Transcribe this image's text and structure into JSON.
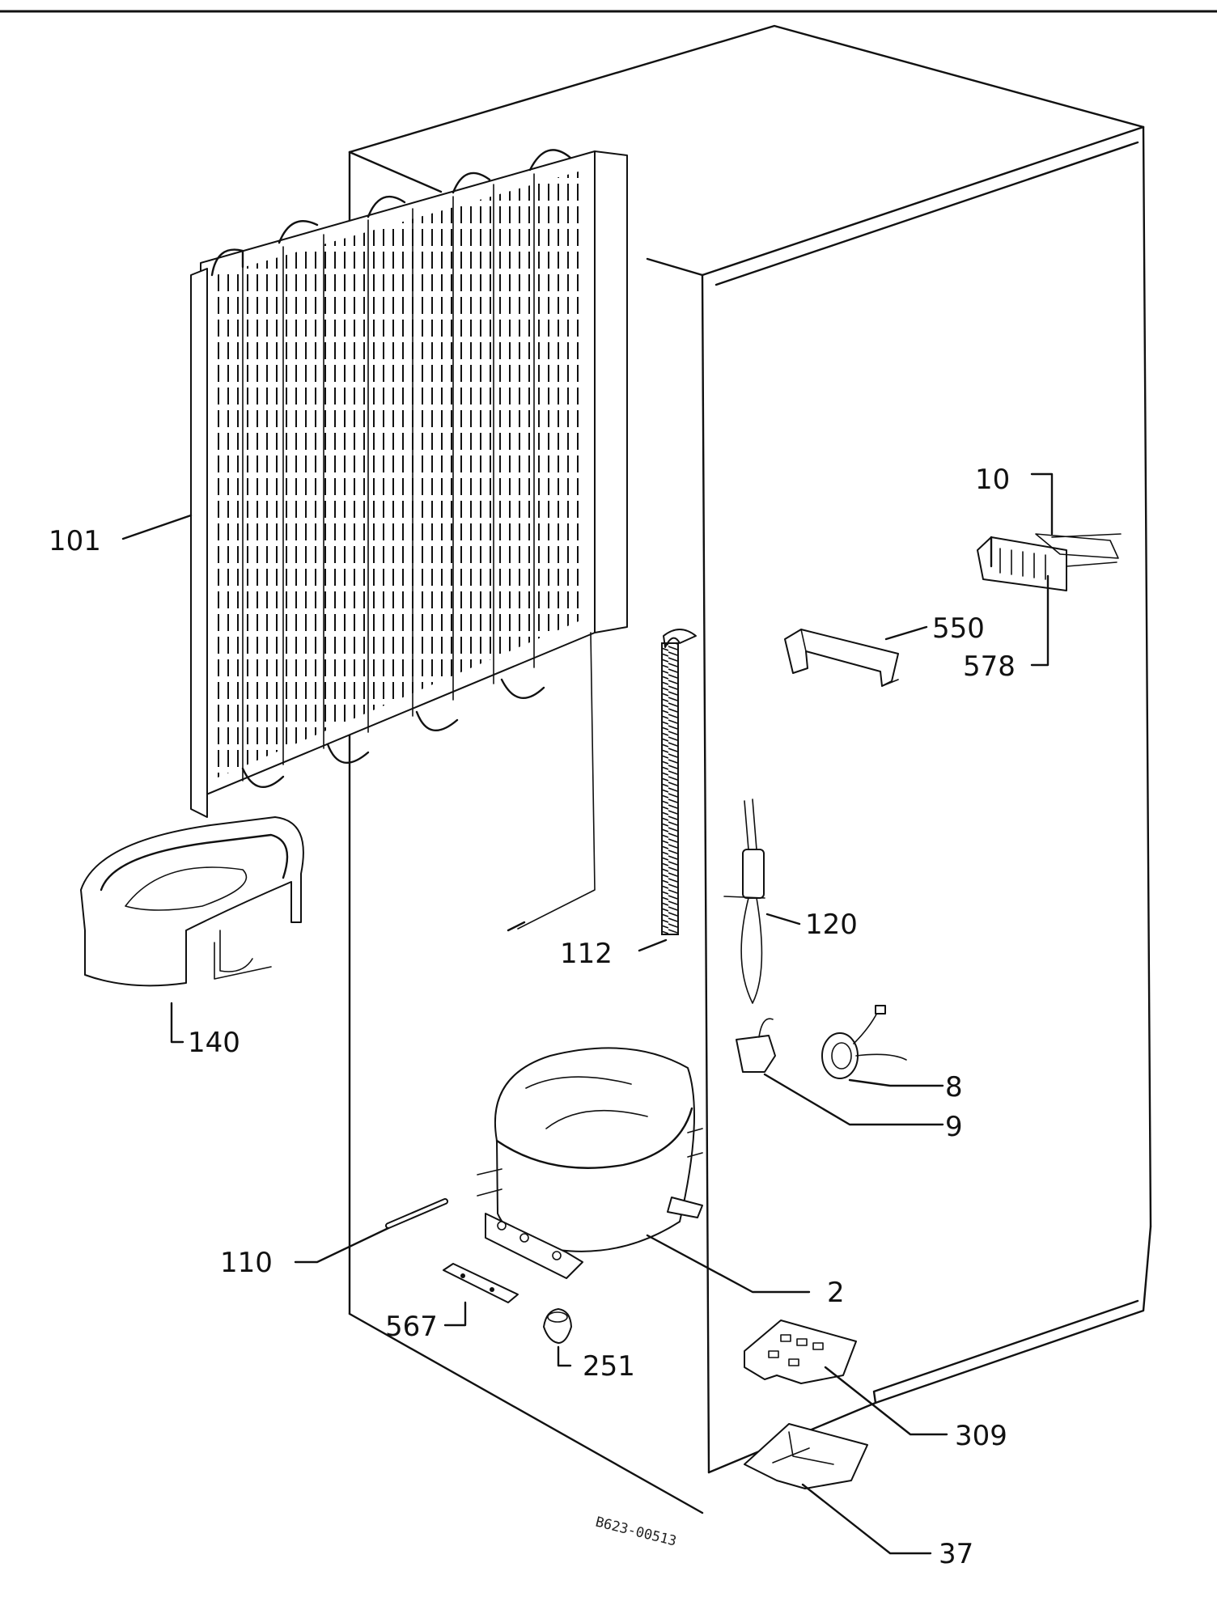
{
  "diagram": {
    "drawing_code": "B623-00513",
    "callouts": {
      "c101": "101",
      "c140": "140",
      "c112": "112",
      "c120": "120",
      "c10": "10",
      "c550": "550",
      "c578": "578",
      "c8": "8",
      "c9": "9",
      "c110": "110",
      "c2": "2",
      "c567": "567",
      "c251": "251",
      "c309": "309",
      "c37": "37"
    }
  }
}
